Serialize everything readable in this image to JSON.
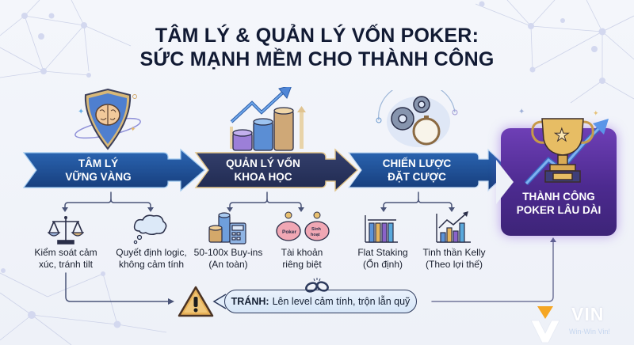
{
  "title": {
    "line1": "TÂM LÝ & QUẢN LÝ VỐN POKER:",
    "line2": "SỨC MẠNH MỀM CHO THÀNH CÔNG"
  },
  "stages": [
    {
      "label_line1": "TÂM LÝ",
      "label_line2": "VỮNG VÀNG",
      "icon": "brain-shield-icon",
      "color": "#1e4f95",
      "items": [
        {
          "icon": "balance-scale-icon",
          "line1": "Kiểm soát cảm",
          "line2": "xúc, tránh tilt"
        },
        {
          "icon": "thought-cloud-icon",
          "line1": "Quyết định logic,",
          "line2": "không cảm tính"
        }
      ]
    },
    {
      "label_line1": "QUẢN LÝ VỐN",
      "label_line2": "KHOA HỌC",
      "icon": "chip-stacks-growth-icon",
      "color": "#2a3560",
      "border": "#d9b979",
      "items": [
        {
          "icon": "coins-calculator-icon",
          "line1": "50-100x Buy-ins",
          "line2": "(An toàn)"
        },
        {
          "icon": "piggy-banks-icon",
          "line1": "Tài khoản",
          "line2": "riêng biệt",
          "tags": [
            "Poker",
            "Sinh hoạt"
          ]
        }
      ]
    },
    {
      "label_line1": "CHIẾN LƯỢC",
      "label_line2": "ĐẶT CƯỢC",
      "icon": "gears-compass-icon",
      "color": "#1e4f95",
      "items": [
        {
          "icon": "flat-bar-chart-icon",
          "line1": "Flat Staking",
          "line2": "(Ổn định)"
        },
        {
          "icon": "rising-bar-chart-icon",
          "line1": "Tinh thần Kelly",
          "line2": "(Theo lợi thế)"
        }
      ]
    }
  ],
  "success": {
    "label_line1": "THÀNH CÔNG",
    "label_line2": "POKER LÂU DÀI",
    "icon": "trophy-growth-icon",
    "color": "#5a33a3"
  },
  "warning": {
    "prefix": "TRÁNH:",
    "text": "Lên level cảm tính, trộn lẫn quỹ",
    "icon": "warning-triangle-icon",
    "badge_icon": "broken-chain-icon"
  },
  "logo": {
    "brand": "VIN",
    "tagline": "Win-Win Vin!",
    "accent": "#f5a623"
  },
  "colors": {
    "title": "#111a33",
    "connector": "#4a5478",
    "background": "#f2f4fa"
  }
}
